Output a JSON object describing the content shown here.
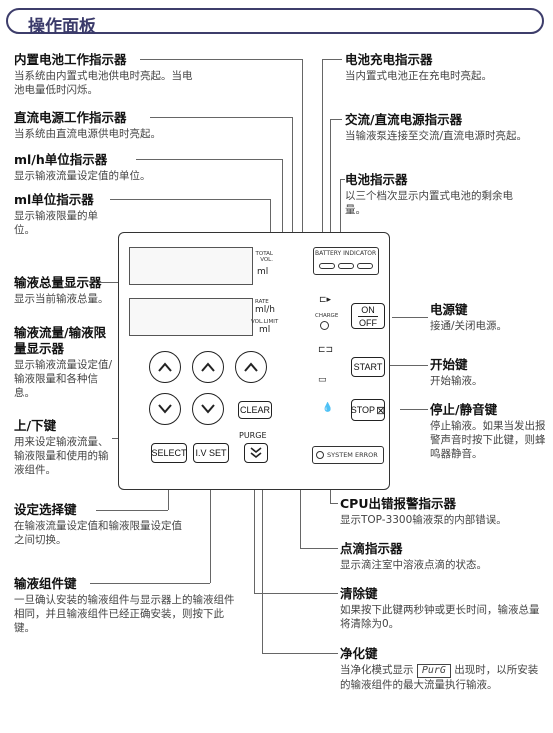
{
  "title": "操作面板",
  "annotations": {
    "builtin_battery": {
      "title": "内置电池工作指示器",
      "desc": "当系统由内置式电池供电时亮起。当电池电量低时闪烁。"
    },
    "dc_power": {
      "title": "直流电源工作指示器",
      "desc": "当系统由直流电源供电时亮起。"
    },
    "mlh_unit": {
      "title": "ml/h单位指示器",
      "desc": "显示输液流量设定值的单位。"
    },
    "ml_unit": {
      "title": "ml单位指示器",
      "desc": "显示输液限量的单位。"
    },
    "total_display": {
      "title": "输液总量显示器",
      "desc": "显示当前输液总量。"
    },
    "rate_display": {
      "title": "输液流量/输液限量显示器",
      "desc": "显示输液流量设定值/输液限量和各种信息。"
    },
    "updown": {
      "title": "上/下键",
      "desc": "用来设定输液流量、输液限量和使用的输液组件。"
    },
    "select": {
      "title": "设定选择键",
      "desc": "在输液流量设定值和输液限量设定值之间切换。"
    },
    "ivset": {
      "title": "输液组件键",
      "desc": "一旦确认安装的输液组件与显示器上的输液组件相同，并且输液组件已经正确安装，则按下此键。"
    },
    "charging": {
      "title": "电池充电指示器",
      "desc": "当内置式电池正在充电时亮起。"
    },
    "acdc": {
      "title": "交流/直流电源指示器",
      "desc": "当输液泵连接至交流/直流电源时亮起。"
    },
    "battery": {
      "title": "电池指示器",
      "desc": "以三个档次显示内置式电池的剩余电量。"
    },
    "power": {
      "title": "电源键",
      "desc": "接通/关闭电源。"
    },
    "start": {
      "title": "开始键",
      "desc": "开始输液。"
    },
    "stop": {
      "title": "停止/静音键",
      "desc": "停止输液。如果当发出报警声音时按下此键，则蜂鸣器静音。"
    },
    "cpu": {
      "title": "CPU出错报警指示器",
      "desc": "显示TOP-3300输液泵的内部错误。"
    },
    "drip": {
      "title": "点滴指示器",
      "desc": "显示滴注室中溶液点滴的状态。"
    },
    "clear": {
      "title": "清除键",
      "desc": "如果按下此键两秒钟或更长时间，输液总量将清除为0。"
    },
    "purge": {
      "title": "净化键",
      "desc_prefix": "当净化模式显示",
      "display_code": "PurG",
      "desc_suffix": "出现时，以所安装的输液组件的最大流量执行输液。"
    }
  },
  "panel": {
    "total_label": "TOTAL\nVOL.",
    "total_unit": "ml",
    "rate_label": "RATE",
    "rate_unit": "ml/h",
    "limit_label": "VOL.LIMIT",
    "limit_unit": "ml",
    "battery_indicator_label": "BATTERY INDICATOR",
    "charge_label": "CHARGE",
    "on_label": "ON",
    "off_label": "OFF",
    "start_label": "START",
    "stop_label": "STOP",
    "clear_label": "CLEAR",
    "purge_label": "PURGE",
    "select_label": "SELECT",
    "ivset_label": "I.V SET",
    "system_error_label": "SYSTEM ERROR"
  }
}
